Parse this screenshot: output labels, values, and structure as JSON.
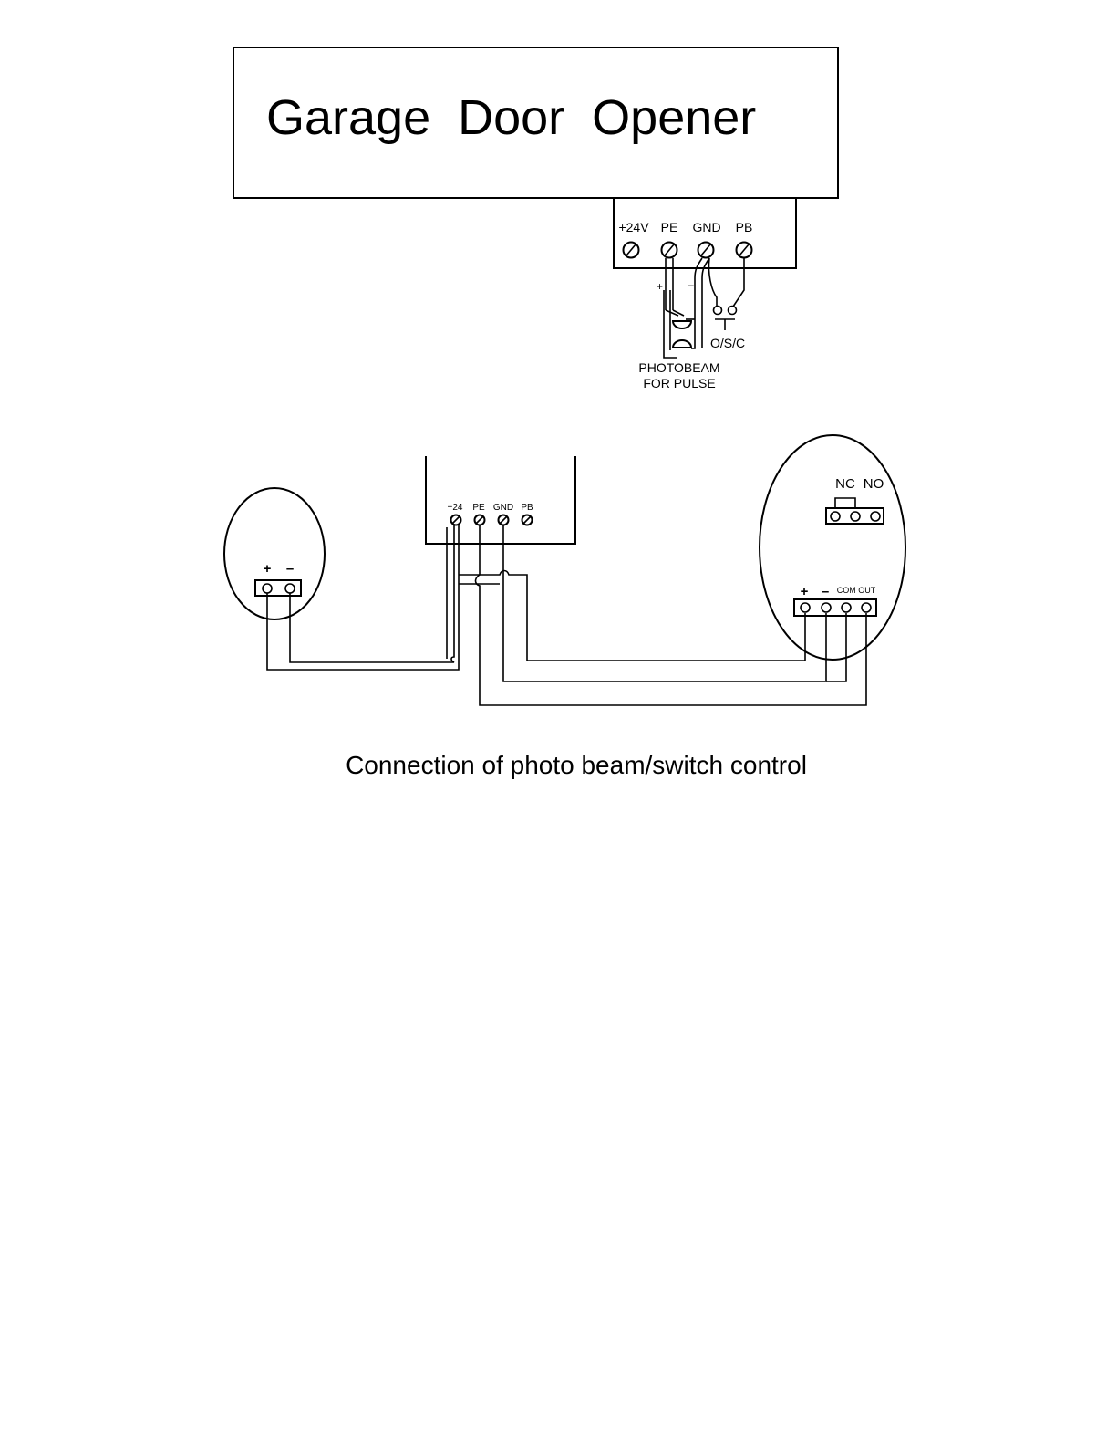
{
  "opener": {
    "title": "Garage  Door  Opener",
    "terminals": [
      "+24V",
      "PE",
      "GND",
      "PB"
    ],
    "polarity_plus": "+",
    "polarity_minus": "–",
    "switch_label": "O/S/C",
    "photobeam_line1": "PHOTOBEAM",
    "photobeam_line2": "FOR PULSE"
  },
  "wiring": {
    "controller_terminals": [
      "+24",
      "PE",
      "GND",
      "PB"
    ],
    "transmitter": {
      "plus": "+",
      "minus": "–"
    },
    "receiver": {
      "nc": "NC",
      "no": "NO",
      "plus": "+",
      "minus": "–",
      "com_out": "COM OUT"
    }
  },
  "caption": "Connection of photo beam/switch control"
}
